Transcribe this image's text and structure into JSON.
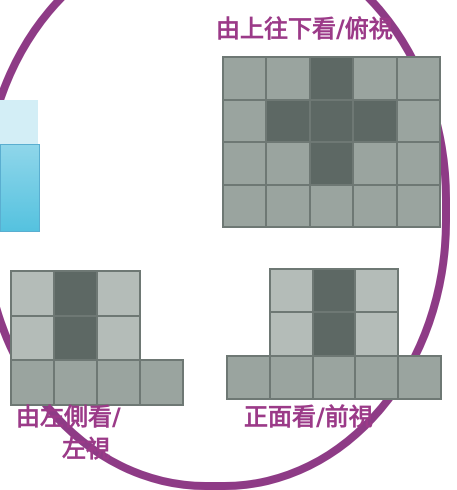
{
  "captions": {
    "top_view": "由上往下看/俯視",
    "side_view_line1": "由左側看/",
    "side_view_line2": "左視",
    "front_view": "正面看/前視"
  },
  "colors": {
    "frame": "#8e3b86",
    "caption": "#9b3a88",
    "cell_light": "#9aa49f",
    "cell_lighter": "#b4bcb8",
    "cell_dark": "#5d6864",
    "cube": "#6ccbe4"
  },
  "views": {
    "top": {
      "rows": [
        [
          0,
          0,
          1,
          0,
          0
        ],
        [
          0,
          1,
          1,
          1,
          0
        ],
        [
          0,
          0,
          1,
          0,
          0
        ],
        [
          0,
          0,
          0,
          0,
          0
        ]
      ]
    },
    "side": {
      "rows": [
        [
          2,
          1,
          2,
          9
        ],
        [
          2,
          1,
          2,
          9
        ],
        [
          0,
          0,
          0,
          0
        ]
      ]
    },
    "front": {
      "rows": [
        [
          9,
          2,
          1,
          2,
          9
        ],
        [
          9,
          2,
          1,
          2,
          9
        ],
        [
          0,
          0,
          0,
          0,
          0
        ]
      ]
    }
  }
}
